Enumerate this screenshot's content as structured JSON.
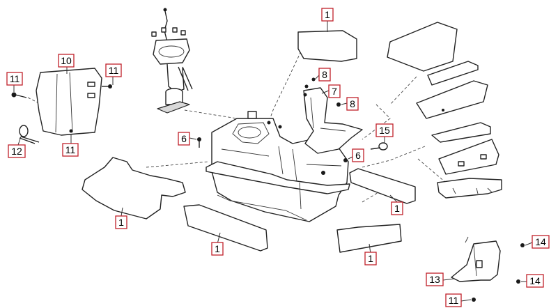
{
  "callouts": {
    "c1a": "1",
    "c1b": "1",
    "c1c": "1",
    "c1d": "1",
    "c1e": "1",
    "c6a": "6",
    "c6b": "6",
    "c7": "7",
    "c8a": "8",
    "c8b": "8",
    "c10": "10",
    "c11a": "11",
    "c11b": "11",
    "c11c": "11",
    "c11d": "11",
    "c12": "12",
    "c13": "13",
    "c14a": "14",
    "c14b": "14",
    "c15": "15"
  },
  "colors": {
    "callout_border": "#c0202a",
    "line": "#222222"
  }
}
